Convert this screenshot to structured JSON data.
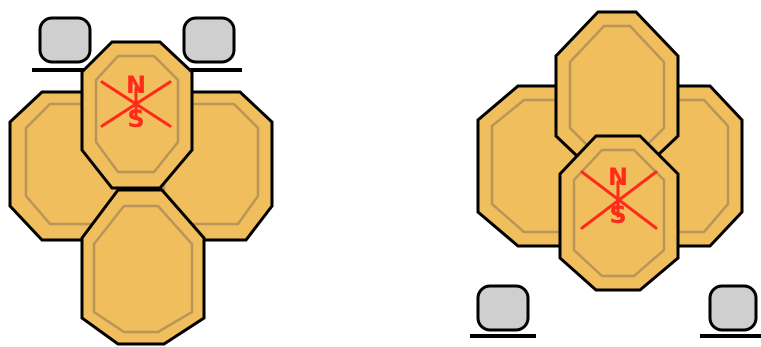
{
  "colors": {
    "tile_fill": "#f0be5c",
    "tile_inner_stroke": "#b9955a",
    "tile_outline": "#000000",
    "marker_red": "#ff2a1a",
    "rock_fill": "#cfcfcf",
    "background": "#ffffff"
  },
  "figures": [
    {
      "name": "left-cluster",
      "tile_count": 4,
      "marked_tile": "top",
      "rocks": 2
    },
    {
      "name": "right-cluster",
      "tile_count": 4,
      "marked_tile": "center",
      "rocks": 2
    }
  ],
  "marker": {
    "north_letter": "N",
    "south_letter": "S",
    "icon": "compass-cross-icon"
  }
}
